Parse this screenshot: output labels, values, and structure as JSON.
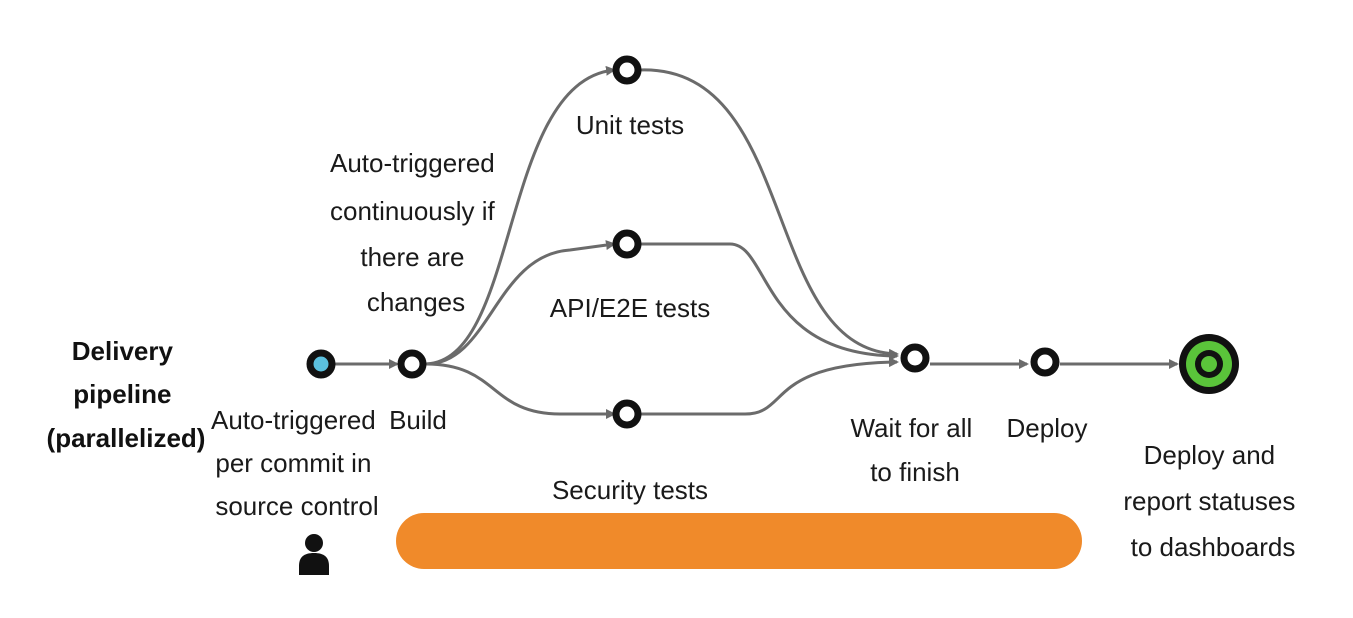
{
  "pipeline_title": [
    "Delivery",
    "pipeline",
    "(parallelized)"
  ],
  "commit_trigger": [
    "Auto-triggered",
    "per commit in",
    "source control"
  ],
  "build_trigger": [
    "Auto-triggered",
    "continuously if",
    "there are",
    "changes"
  ],
  "stages": {
    "build": "Build",
    "unit_tests": "Unit tests",
    "api_tests": "API/E2E tests",
    "security_tests": "Security tests",
    "wait": [
      "Wait for all",
      "to finish"
    ],
    "deploy": "Deploy",
    "final": [
      "Deploy and",
      "report statuses",
      "to dashboards"
    ]
  },
  "icons": {
    "start": "start-node-icon",
    "stage": "stage-node-icon",
    "final": "target-node-icon",
    "user": "user-icon"
  },
  "colors": {
    "start_node": "#5bc0de",
    "node_ring": "#111111",
    "edge": "#6b6b6b",
    "final_ring": "#5ac43a",
    "progress_bar": "#f08a2a"
  }
}
